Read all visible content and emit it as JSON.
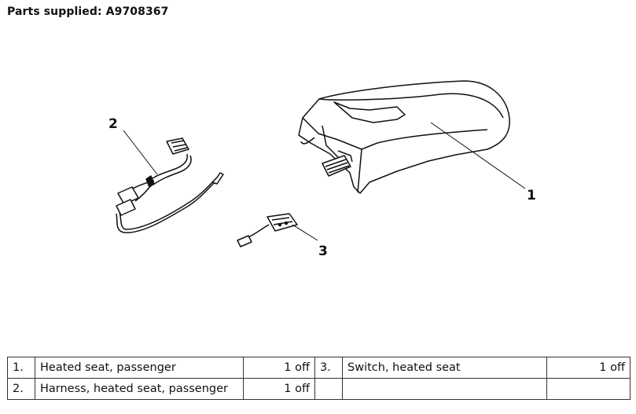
{
  "header": {
    "title": "Parts supplied: A9708367"
  },
  "callouts": [
    "1",
    "2",
    "3"
  ],
  "parts": [
    {
      "num": "1.",
      "desc": "Heated seat, passenger",
      "qty": "1 off"
    },
    {
      "num": "2.",
      "desc": "Harness, heated seat, passenger",
      "qty": "1 off"
    },
    {
      "num": "3.",
      "desc": "Switch, heated seat",
      "qty": "1 off"
    },
    {
      "num": "",
      "desc": "",
      "qty": ""
    }
  ]
}
